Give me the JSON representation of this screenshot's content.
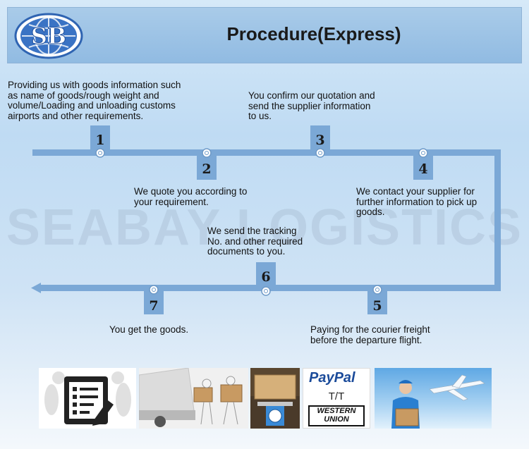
{
  "header": {
    "logo_text": "SB",
    "title": "Procedure(Express)"
  },
  "watermark": "SEABAY LOGISTICS",
  "steps": [
    {
      "num": "1",
      "text": [
        "Providing us with goods information such",
        "as name of goods/rough weight and",
        "volume/Loading and unloading customs",
        "airports and other requirements."
      ]
    },
    {
      "num": "2",
      "text": [
        "We quote you according to",
        "your requirement."
      ]
    },
    {
      "num": "3",
      "text": [
        "You confirm our quotation and",
        "send the supplier information",
        "to us."
      ]
    },
    {
      "num": "4",
      "text": [
        "We contact your supplier for",
        "further information to pick up",
        "goods."
      ]
    },
    {
      "num": "5",
      "text": [
        "Paying for the courier freight",
        "before the departure flight."
      ]
    },
    {
      "num": "6",
      "text": [
        "We send the tracking",
        "No. and other required",
        "documents to you."
      ]
    },
    {
      "num": "7",
      "text": [
        "You get the goods."
      ]
    }
  ],
  "photos": {
    "paypal": "PayPal",
    "tt": "T/T",
    "western_union_1": "WESTERN",
    "western_union_2": "UNION"
  },
  "colors": {
    "track": "#7ba8d6",
    "header": "#9cc2e6"
  }
}
